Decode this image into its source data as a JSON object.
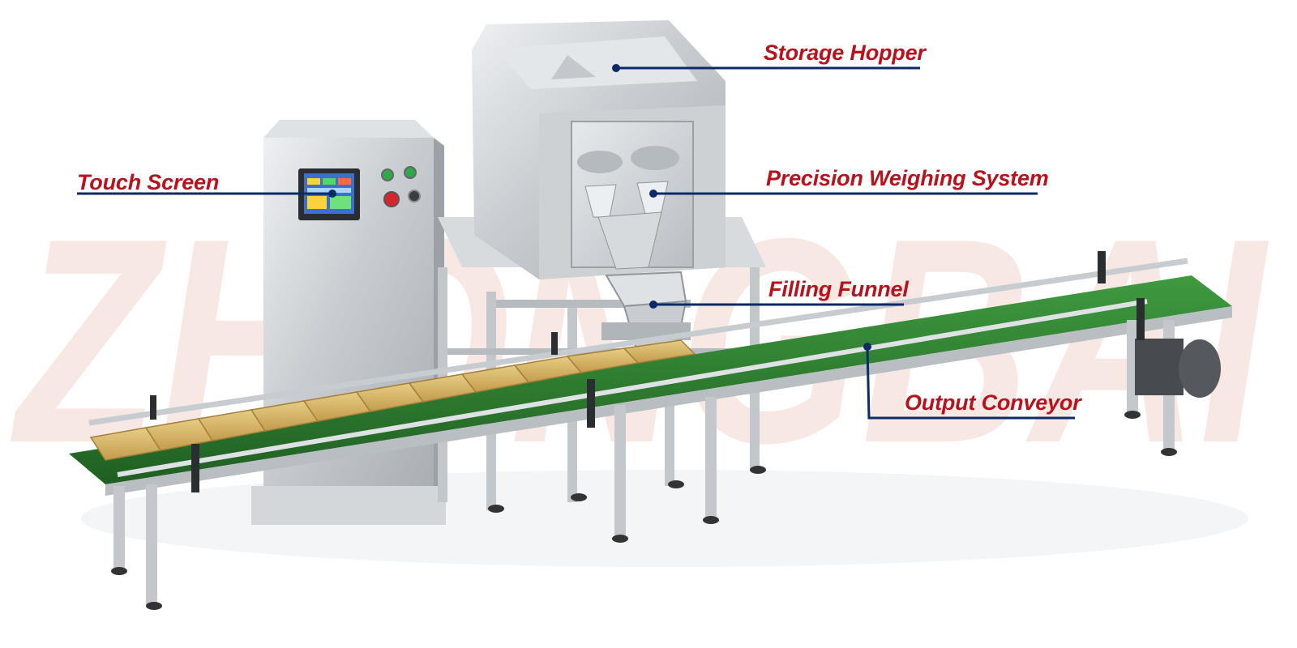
{
  "watermark": {
    "text": "ZHONGBAI",
    "colors": [
      "#f2d6cf",
      "#d7dfee"
    ]
  },
  "colors": {
    "label_text": "#b8121d",
    "leader_line": "#0d2a66",
    "conveyor_belt": "#2f7d2f",
    "stainless_steel": "#c9cdd1",
    "tray": "#d8b868"
  },
  "callouts": [
    {
      "id": "storage-hopper",
      "label": "Storage Hopper"
    },
    {
      "id": "touch-screen",
      "label": "Touch Screen"
    },
    {
      "id": "precision-weighing-system",
      "label": "Precision Weighing System"
    },
    {
      "id": "filling-funnel",
      "label": "Filling Funnel"
    },
    {
      "id": "output-conveyor",
      "label": "Output Conveyor"
    }
  ],
  "icons": [
    "filling-machine-illustration",
    "conveyor-icon",
    "hopper-icon",
    "touch-screen-icon",
    "weigher-icon",
    "funnel-icon"
  ]
}
